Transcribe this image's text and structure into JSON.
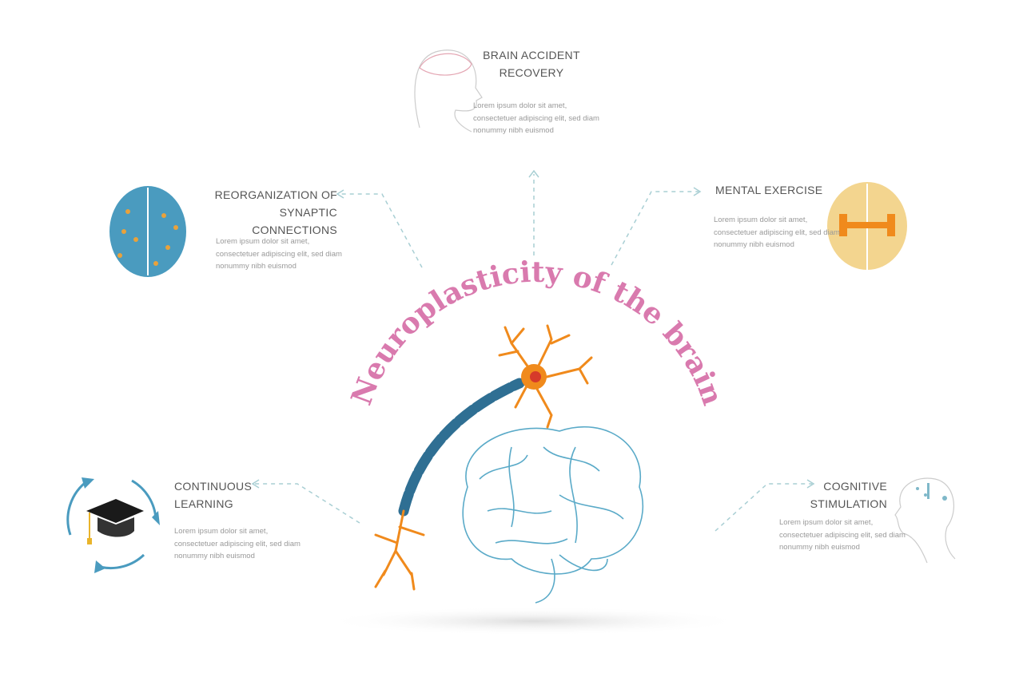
{
  "title": "Neuroplasticity of the brain",
  "colors": {
    "title": "#d97aae",
    "accent_blue": "#4a9bbf",
    "orange": "#f08a1c",
    "dash": "#a9cfd4"
  },
  "sections": [
    {
      "title": "BRAIN ACCIDENT RECOVERY",
      "title_lines": [
        "BRAIN ACCIDENT",
        "RECOVERY"
      ],
      "body": "Lorem ipsum dolor sit amet, consectetuer adipiscing elit, sed diam nonummy nibh euismod"
    },
    {
      "title": "REORGANIZATION OF SYNAPTIC CONNECTIONS",
      "title_lines": [
        "REORGANIZATION OF",
        "SYNAPTIC CONNECTIONS"
      ],
      "body": "Lorem ipsum dolor sit amet, consectetuer adipiscing elit, sed diam nonummy nibh euismod"
    },
    {
      "title": "MENTAL EXERCISE",
      "title_lines": [
        "MENTAL EXERCISE"
      ],
      "body": "Lorem ipsum dolor sit amet, consectetuer adipiscing elit, sed diam nonummy nibh euismod"
    },
    {
      "title": "CONTINUOUS LEARNING",
      "title_lines": [
        "CONTINUOUS",
        "LEARNING"
      ],
      "body": "Lorem ipsum dolor sit amet, consectetuer adipiscing elit, sed diam nonummy nibh euismod"
    },
    {
      "title": "COGNITIVE STIMULATION",
      "title_lines": [
        "COGNITIVE",
        "STIMULATION"
      ],
      "body": "Lorem ipsum dolor sit amet, consectetuer adipiscing elit, sed diam nonummy nibh euismod"
    }
  ]
}
